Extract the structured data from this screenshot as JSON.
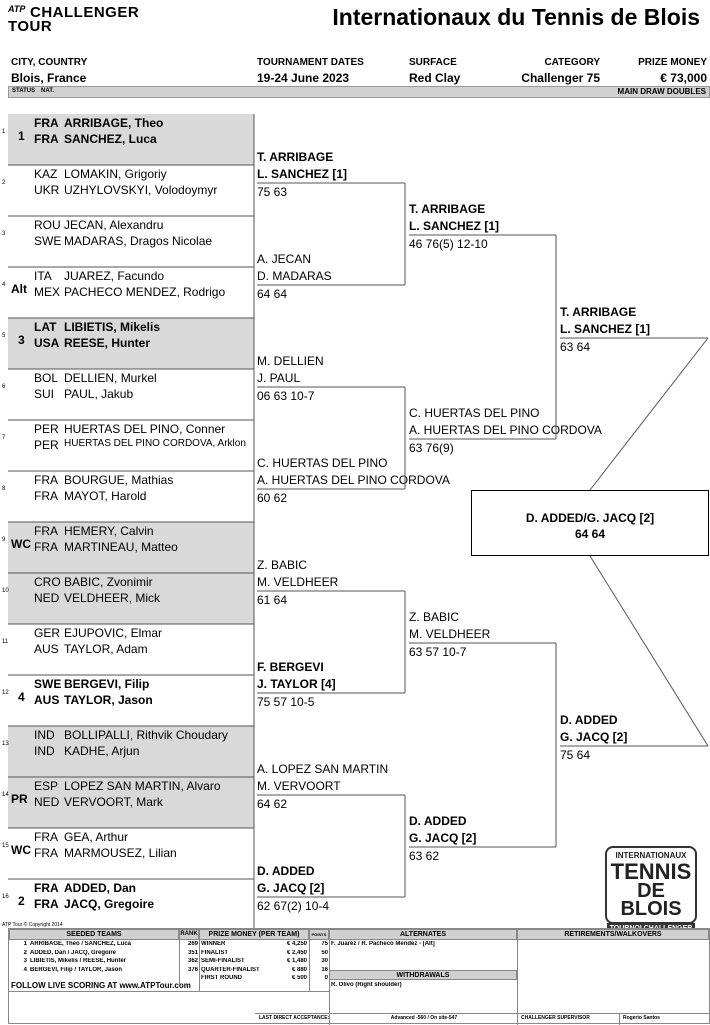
{
  "header": {
    "logo_atp": "ATP",
    "logo_line1": "CHALLENGER",
    "logo_line2": "TOUR",
    "title": "Internationaux du Tennis de Blois",
    "city_label": "CITY, COUNTRY",
    "city": "Blois, France",
    "dates_label": "TOURNAMENT DATES",
    "dates": "19-24 June 2023",
    "surface_label": "SURFACE",
    "surface": "Red Clay",
    "category_label": "CATEGORY",
    "category": "Challenger 75",
    "prize_label": "PRIZE MONEY",
    "prize": "€ 73,000",
    "status_col": "STATUS",
    "nat_col": "NAT.",
    "draw_type": "MAIN DRAW DOUBLES"
  },
  "draw": [
    {
      "slot": "1",
      "seed": "1",
      "p1": {
        "nat": "FRA",
        "name": "ARRIBAGE, Theo"
      },
      "p2": {
        "nat": "FRA",
        "name": "SANCHEZ, Luca"
      },
      "bold": true
    },
    {
      "slot": "2",
      "seed": "",
      "p1": {
        "nat": "KAZ",
        "name": "LOMAKIN, Grigoriy"
      },
      "p2": {
        "nat": "UKR",
        "name": "UZHYLOVSKYI, Volodoymyr"
      },
      "bold": false
    },
    {
      "slot": "3",
      "seed": "",
      "p1": {
        "nat": "ROU",
        "name": "JECAN, Alexandru"
      },
      "p2": {
        "nat": "SWE",
        "name": "MADARAS, Dragos Nicolae"
      },
      "bold": false
    },
    {
      "slot": "4",
      "seed": "Alt",
      "p1": {
        "nat": "ITA",
        "name": "JUAREZ, Facundo"
      },
      "p2": {
        "nat": "MEX",
        "name": "PACHECO MENDEZ, Rodrigo"
      },
      "bold": false
    },
    {
      "slot": "5",
      "seed": "3",
      "p1": {
        "nat": "LAT",
        "name": "LIBIETIS, Mikelis"
      },
      "p2": {
        "nat": "USA",
        "name": "REESE, Hunter"
      },
      "bold": true
    },
    {
      "slot": "6",
      "seed": "",
      "p1": {
        "nat": "BOL",
        "name": "DELLIEN, Murkel"
      },
      "p2": {
        "nat": "SUI",
        "name": "PAUL, Jakub"
      },
      "bold": false
    },
    {
      "slot": "7",
      "seed": "",
      "p1": {
        "nat": "PER",
        "name": "HUERTAS DEL PINO, Conner"
      },
      "p2": {
        "nat": "PER",
        "name": "HUERTAS DEL PINO CORDOVA, Arklon"
      },
      "bold": false
    },
    {
      "slot": "8",
      "seed": "",
      "p1": {
        "nat": "FRA",
        "name": "BOURGUE, Mathias"
      },
      "p2": {
        "nat": "FRA",
        "name": "MAYOT, Harold"
      },
      "bold": false
    },
    {
      "slot": "9",
      "seed": "WC",
      "p1": {
        "nat": "FRA",
        "name": "HEMERY, Calvin"
      },
      "p2": {
        "nat": "FRA",
        "name": "MARTINEAU, Matteo"
      },
      "bold": false
    },
    {
      "slot": "10",
      "seed": "",
      "p1": {
        "nat": "CRO",
        "name": "BABIC, Zvonimir"
      },
      "p2": {
        "nat": "NED",
        "name": "VELDHEER, Mick"
      },
      "bold": false
    },
    {
      "slot": "11",
      "seed": "",
      "p1": {
        "nat": "GER",
        "name": "EJUPOVIC, Elmar"
      },
      "p2": {
        "nat": "AUS",
        "name": "TAYLOR, Adam"
      },
      "bold": false
    },
    {
      "slot": "12",
      "seed": "4",
      "p1": {
        "nat": "SWE",
        "name": "BERGEVI, Filip"
      },
      "p2": {
        "nat": "AUS",
        "name": "TAYLOR, Jason"
      },
      "bold": true
    },
    {
      "slot": "13",
      "seed": "",
      "p1": {
        "nat": "IND",
        "name": "BOLLIPALLI, Rithvik Choudary"
      },
      "p2": {
        "nat": "IND",
        "name": "KADHE, Arjun"
      },
      "bold": false
    },
    {
      "slot": "14",
      "seed": "PR",
      "p1": {
        "nat": "ESP",
        "name": "LOPEZ SAN MARTIN, Alvaro"
      },
      "p2": {
        "nat": "NED",
        "name": "VERVOORT, Mark"
      },
      "bold": false
    },
    {
      "slot": "15",
      "seed": "WC",
      "p1": {
        "nat": "FRA",
        "name": "GEA, Arthur"
      },
      "p2": {
        "nat": "FRA",
        "name": "MARMOUSEZ, Lilian"
      },
      "bold": false
    },
    {
      "slot": "16",
      "seed": "2",
      "p1": {
        "nat": "FRA",
        "name": "ADDED, Dan"
      },
      "p2": {
        "nat": "FRA",
        "name": "JACQ, Gregoire"
      },
      "bold": true
    }
  ],
  "r2": [
    {
      "w1": "T. ARRIBAGE",
      "w2": "L. SANCHEZ [1]",
      "score": "75 63",
      "bold": true
    },
    {
      "w1": "A. JECAN",
      "w2": "D. MADARAS",
      "score": "64 64",
      "bold": false
    },
    {
      "w1": "M. DELLIEN",
      "w2": "J. PAUL",
      "score": "06 63 10-7",
      "bold": false
    },
    {
      "w1": "C. HUERTAS DEL PINO",
      "w2": "A. HUERTAS DEL PINO CORDOVA",
      "score": "60 62",
      "bold": false
    },
    {
      "w1": "Z. BABIC",
      "w2": "M. VELDHEER",
      "score": "61 64",
      "bold": false
    },
    {
      "w1": "F. BERGEVI",
      "w2": "J. TAYLOR [4]",
      "score": "75 57 10-5",
      "bold": true
    },
    {
      "w1": "A. LOPEZ SAN MARTIN",
      "w2": "M. VERVOORT",
      "score": "64 62",
      "bold": false
    },
    {
      "w1": "D. ADDED",
      "w2": "G. JACQ [2]",
      "score": "62 67(2) 10-4",
      "bold": true
    }
  ],
  "qf": [
    {
      "w1": "T. ARRIBAGE",
      "w2": "L. SANCHEZ [1]",
      "score": "46 76(5) 12-10",
      "bold": true
    },
    {
      "w1": "C. HUERTAS DEL PINO",
      "w2": "A. HUERTAS DEL PINO CORDOVA",
      "score": "63 76(9)",
      "bold": false
    },
    {
      "w1": "Z. BABIC",
      "w2": "M. VELDHEER",
      "score": "63 57 10-7",
      "bold": false
    },
    {
      "w1": "D. ADDED",
      "w2": "G. JACQ [2]",
      "score": "63 62",
      "bold": true
    }
  ],
  "sf": [
    {
      "w1": "T. ARRIBAGE",
      "w2": "L. SANCHEZ [1]",
      "score": "63 64",
      "bold": true
    },
    {
      "w1": "D. ADDED",
      "w2": "G. JACQ [2]",
      "score": "75 64",
      "bold": true
    }
  ],
  "final": {
    "winner": "D. ADDED/G. JACQ [2]",
    "score": "64 64"
  },
  "tournament_logo": {
    "l1": "INTERNATIONAUX",
    "l2": "TENNIS",
    "l3": "DE BLOIS",
    "l4": "TOURNOI CHALLENGER"
  },
  "copyright": "ATP Tour © Copyright 2014",
  "footer": {
    "seeded_hdr": "SEEDED TEAMS",
    "rank_hdr": "RANK",
    "prize_hdr": "PRIZE MONEY (PER TEAM)",
    "points_hdr": "POINTS",
    "alternates_hdr": "ALTERNATES",
    "retire_hdr": "RETIREMENTS/WALKOVERS",
    "withdrawals_hdr": "WITHDRAWALS",
    "seeded": [
      {
        "n": "1",
        "team": "ARRIBAGE, Theo / SANCHEZ, Luca",
        "rank": "269"
      },
      {
        "n": "2",
        "team": "ADDED, Dan / JACQ, Gregoire",
        "rank": "351"
      },
      {
        "n": "3",
        "team": "LIBIETIS, Mikelis / REESE, Hunter",
        "rank": "362"
      },
      {
        "n": "4",
        "team": "BERGEVI, Filip / TAYLOR, Jason",
        "rank": "376"
      }
    ],
    "prizes": [
      {
        "round": "WINNER",
        "amount": "€ 4,250",
        "points": "75"
      },
      {
        "round": "FINALIST",
        "amount": "€ 2,450",
        "points": "50"
      },
      {
        "round": "SEMI-FINALIST",
        "amount": "€ 1,480",
        "points": "30"
      },
      {
        "round": "QUARTER-FINALIST",
        "amount": "€ 880",
        "points": "16"
      },
      {
        "round": "FIRST ROUND",
        "amount": "€ 500",
        "points": "0"
      }
    ],
    "alternate": "F. Juarez / R. Pacheco Mendez - [Alt]",
    "withdrawal": "R. Olivo (Right shoulder)",
    "live": "FOLLOW LIVE SCORING AT www.ATPTour.com",
    "last_direct_label": "LAST DIRECT ACCEPTANCE:",
    "last_direct": "Advanced -560 / On site-547",
    "supervisor_label": "CHALLENGER SUPERVISOR",
    "supervisor": "Rogerio Santos"
  }
}
